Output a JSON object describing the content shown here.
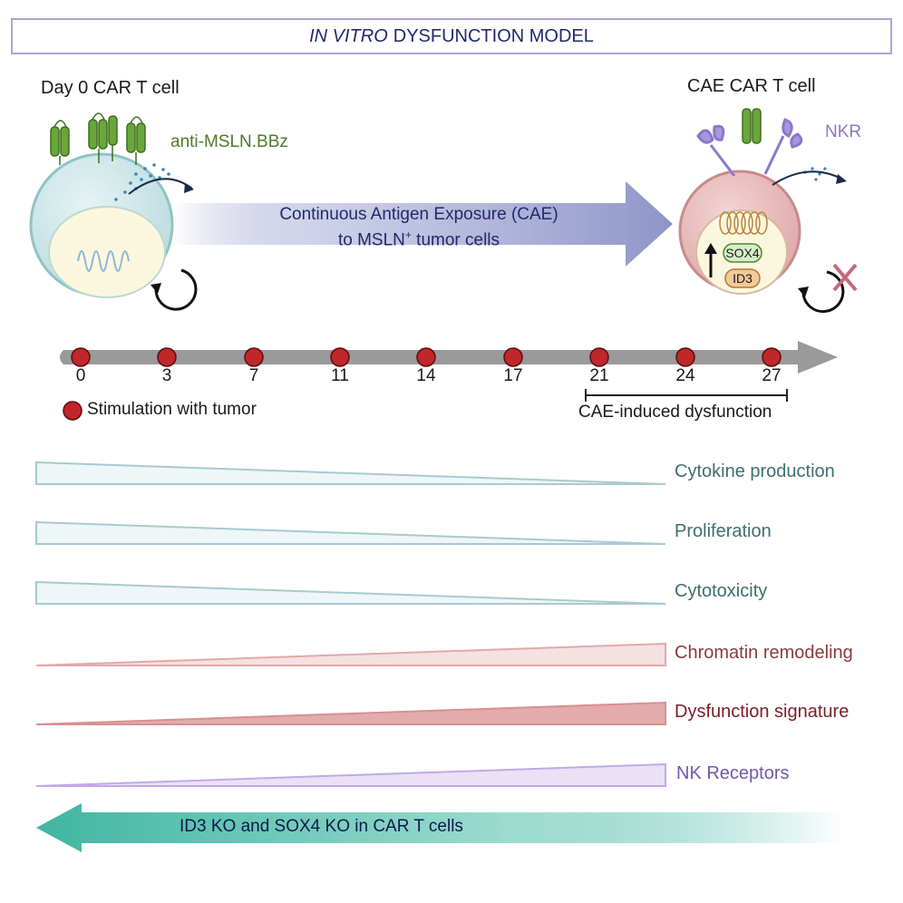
{
  "title": {
    "italic": "IN VITRO",
    "rest": "DYSFUNCTION MODEL"
  },
  "left_cell": {
    "label": "Day 0 CAR T cell",
    "receptor_label": "anti-MSLN.BBz"
  },
  "right_cell": {
    "label": "CAE CAR T cell",
    "receptor_label": "NKR",
    "factor_1": "SOX4",
    "factor_2": "ID3"
  },
  "cae": {
    "line1": "Continuous Antigen Exposure (CAE)",
    "line2_pre": "to MSLN",
    "line2_sup": "+",
    "line2_post": " tumor cells"
  },
  "timeline": {
    "days": [
      "0",
      "3",
      "7",
      "11",
      "14",
      "17",
      "21",
      "24",
      "27"
    ],
    "legend": "Stimulation with tumor",
    "dysfunction_label": "CAE-induced dysfunction"
  },
  "trends": [
    {
      "label": "Cytokine production",
      "direction": "decrease",
      "color": "#a9c9d0"
    },
    {
      "label": "Proliferation",
      "direction": "decrease",
      "color": "#a9c9d0"
    },
    {
      "label": "Cytotoxicity",
      "direction": "decrease",
      "color": "#a9c9d0"
    },
    {
      "label": "Chromatin remodeling",
      "direction": "increase",
      "color": "#e3a8a8"
    },
    {
      "label": "Dysfunction signature",
      "direction": "increase",
      "color": "#d98f8f"
    },
    {
      "label": "NK Receptors",
      "direction": "increase",
      "color": "#c3a8e6"
    }
  ],
  "bottom_arrow": {
    "label": "ID3 KO and SOX4 KO in CAR T cells",
    "color": "#3fb6a3"
  },
  "colors": {
    "title_border": "#a9a6d6",
    "timeline_bg": "#e9e9f5",
    "stim_dot": "#c0262a",
    "cae_arrow": "#8e95c8"
  }
}
